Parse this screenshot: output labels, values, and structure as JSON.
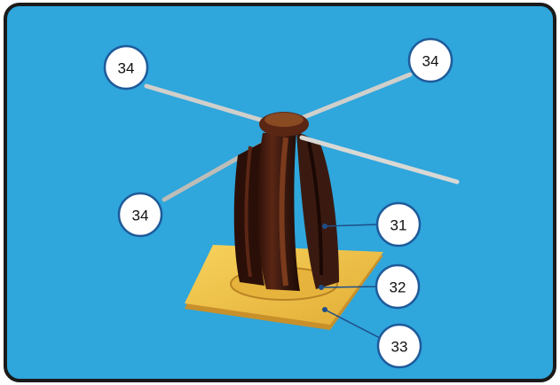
{
  "colors": {
    "background": "#2fa6dc",
    "frame_border": "#1a1a1a",
    "rod": "#c8c8c4",
    "body_dark": "#3a1a10",
    "body_mid": "#6b2e18",
    "base_plate": "#f0c24a",
    "hub_disc": "#e8b840",
    "callout_fill": "#ffffff",
    "callout_stroke": "#1e5a9a",
    "leader_line": "#1e4f8a"
  },
  "callouts": [
    {
      "id": "top-left",
      "label": "34",
      "part": "rod"
    },
    {
      "id": "top-right",
      "label": "34",
      "part": "rod"
    },
    {
      "id": "mid-left",
      "label": "34",
      "part": "rod"
    },
    {
      "id": "body",
      "label": "31",
      "part": "paper-body"
    },
    {
      "id": "disc",
      "label": "32",
      "part": "disc"
    },
    {
      "id": "base",
      "label": "33",
      "part": "base-plate"
    }
  ]
}
